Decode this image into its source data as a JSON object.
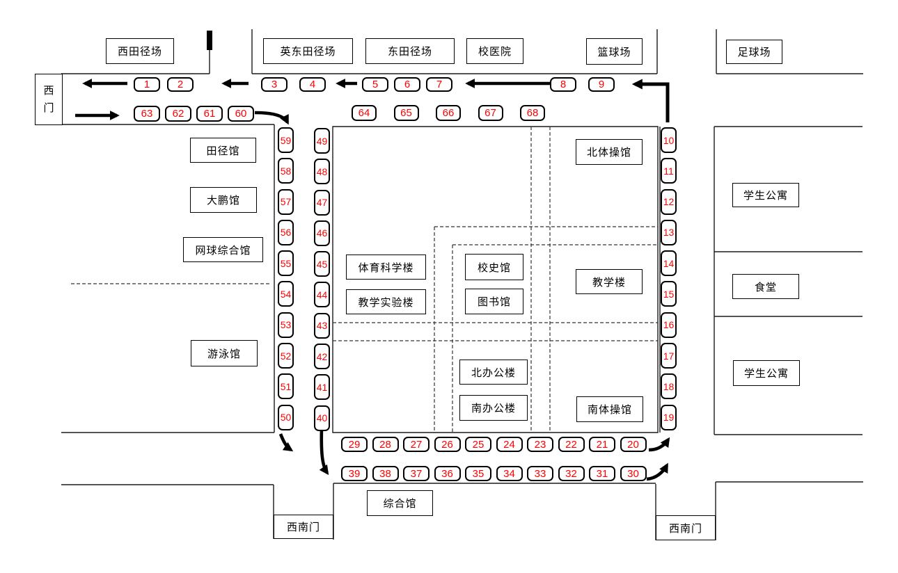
{
  "colors": {
    "marker_text": "#ff0000",
    "line": "#000000",
    "background": "#ffffff"
  },
  "venues": {
    "west_track": "西田径场",
    "yingdong_track": "英东田径场",
    "east_track": "东田径场",
    "clinic": "校医院",
    "basketball": "篮球场",
    "football": "足球场",
    "west_gate": "西\n门",
    "track_hall": "田径馆",
    "dapeng_hall": "大鹏馆",
    "tennis_complex": "网球综合馆",
    "swimming_hall": "游泳馆",
    "sports_science": "体育科学楼",
    "teaching_lab": "教学实验楼",
    "history_hall": "校史馆",
    "library": "图书馆",
    "north_gym": "北体操馆",
    "teaching_bldg": "教学楼",
    "north_office": "北办公楼",
    "south_office": "南办公楼",
    "south_gym": "南体操馆",
    "dorm_north": "学生公寓",
    "canteen": "食堂",
    "dorm_south": "学生公寓",
    "complex_hall": "综合馆",
    "southwest_gate_left": "西南门",
    "southwest_gate_right": "西南门"
  },
  "markers": {
    "row_1_2": [
      "1",
      "2"
    ],
    "row_3_4": [
      "3",
      "4"
    ],
    "row_5_7": [
      "5",
      "6",
      "7"
    ],
    "row_8_9": [
      "8",
      "9"
    ],
    "row_63_60": [
      "63",
      "62",
      "61",
      "60"
    ],
    "row_64_68": [
      "64",
      "65",
      "66",
      "67",
      "68"
    ],
    "col_59_50": [
      "59",
      "58",
      "57",
      "56",
      "55",
      "54",
      "53",
      "52",
      "51",
      "50"
    ],
    "col_49_40": [
      "49",
      "48",
      "47",
      "46",
      "45",
      "44",
      "43",
      "42",
      "41",
      "40"
    ],
    "col_10_19": [
      "10",
      "11",
      "12",
      "13",
      "14",
      "15",
      "16",
      "17",
      "18",
      "19"
    ],
    "row_29_20": [
      "29",
      "28",
      "27",
      "26",
      "25",
      "24",
      "23",
      "22",
      "21",
      "20"
    ],
    "row_39_30": [
      "39",
      "38",
      "37",
      "36",
      "35",
      "34",
      "33",
      "32",
      "31",
      "30"
    ]
  }
}
